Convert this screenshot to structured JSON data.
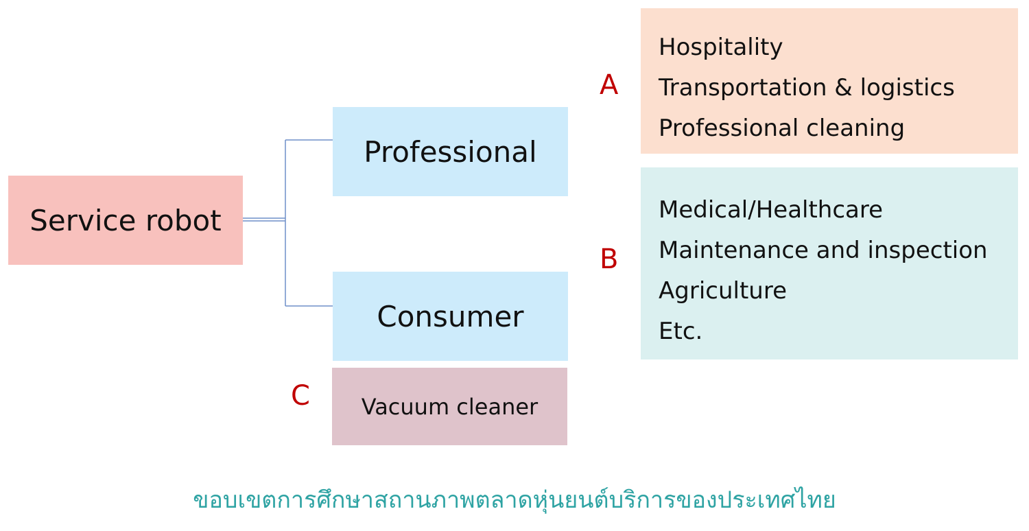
{
  "root": {
    "label": "Service robot"
  },
  "branches": [
    {
      "label": "Professional"
    },
    {
      "label": "Consumer"
    }
  ],
  "consumer_example": {
    "marker": "C",
    "label": "Vacuum cleaner"
  },
  "professional_groups": [
    {
      "marker": "A",
      "items": [
        "Hospitality",
        "Transportation & logistics",
        "Professional cleaning"
      ]
    },
    {
      "marker": "B",
      "items": [
        "Medical/Healthcare",
        "Maintenance and inspection",
        "Agriculture",
        "Etc."
      ]
    }
  ],
  "caption": "ขอบเขตการศึกษาสถานภาพตลาดหุ่นยนต์บริการของประเทศไทย",
  "colors": {
    "root_fill": "#f8c1bd",
    "branch_fill": "#cdebfb",
    "example_fill": "#dfc3cb",
    "group_a_fill": "#fcdfcf",
    "group_b_fill": "#dbf0f0",
    "marker_text": "#c00000",
    "caption_text": "#2ea3a3",
    "connector_line": "#6f8fc8"
  }
}
